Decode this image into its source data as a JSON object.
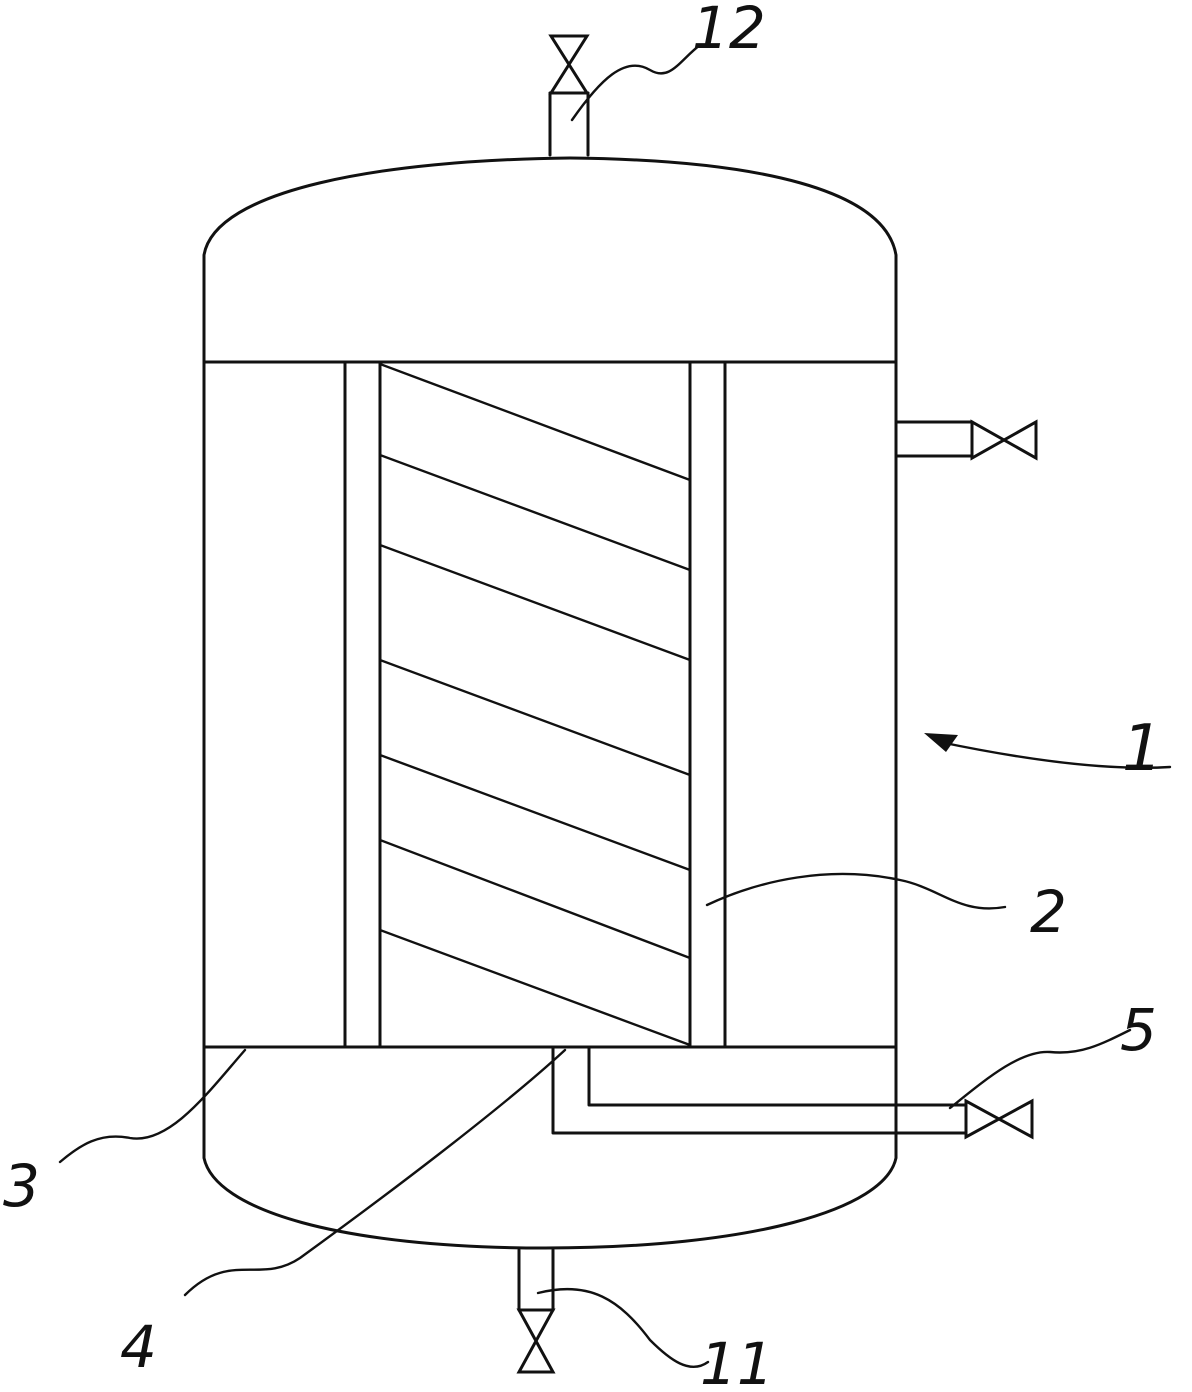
{
  "labels": {
    "vessel": "1",
    "baffle_tube": "2",
    "partition_plate": "3",
    "inner_outlet": "4",
    "side_outlet": "5",
    "bottom_port": "11",
    "top_port": "12"
  }
}
